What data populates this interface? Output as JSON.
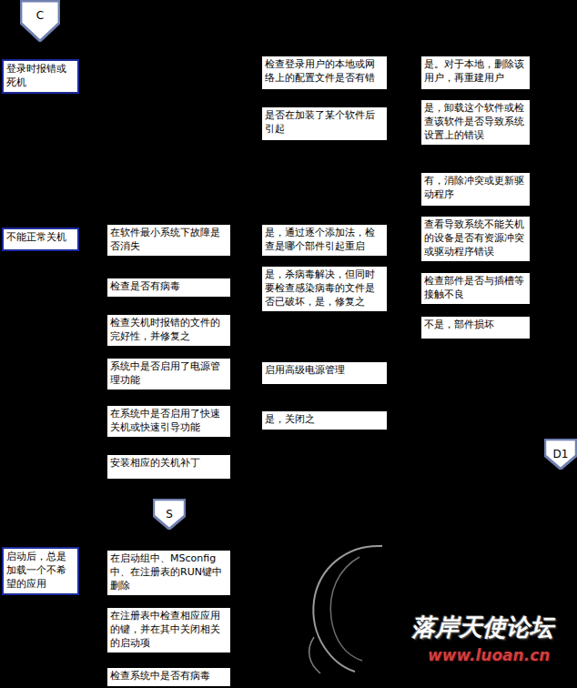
{
  "diagram": {
    "nodes": [
      {
        "text": [
          "C"
        ]
      },
      {
        "text": [
          "登录时报错或死机"
        ]
      },
      {
        "text": [
          "检查登录用户的本地或网络上的配置文件是否有错"
        ]
      },
      {
        "text": [
          "是。对于本地，删除该用户，再重建用户"
        ]
      },
      {
        "text": [
          "是否在加装了某个软件后引起"
        ]
      },
      {
        "text": [
          "是，卸载这个软件或检查该软件是否导致系统设置上的错误"
        ]
      },
      {
        "text": [
          "有，消除冲突或更新驱动程序"
        ]
      },
      {
        "text": [
          "不能正常关机"
        ]
      },
      {
        "text": [
          "在软件最小系统下故障是否消失"
        ]
      },
      {
        "text": [
          "是，通过逐个添加法，检查是哪个部件引起重启"
        ]
      },
      {
        "text": [
          "查看导致系统不能关机的设备是否有资源冲突或驱动程序错误"
        ]
      },
      {
        "text": [
          "检查是否有病毒"
        ]
      },
      {
        "text": [
          "是，杀病毒解决，但同时要检查感染病毒的文件是否已破坏，是，修复之"
        ]
      },
      {
        "text": [
          "检查部件是否与插槽等接触不良"
        ]
      },
      {
        "text": [
          "检查关机时报错的文件的完好性，并修复之"
        ]
      },
      {
        "text": [
          "不是，部件损坏"
        ]
      },
      {
        "text": [
          "系统中是否启用了电源管理功能"
        ]
      },
      {
        "text": [
          "启用高级电源管理"
        ]
      },
      {
        "text": [
          "在系统中是否启用了快速关机或快速引导功能"
        ]
      },
      {
        "text": [
          "是，关闭之"
        ]
      },
      {
        "text": [
          "D1"
        ]
      },
      {
        "text": [
          "安装相应的关机补丁"
        ]
      },
      {
        "text": [
          "S"
        ]
      },
      {
        "text": [
          "启动后，总是加载一个不希望的应用"
        ]
      },
      {
        "text": [
          "在启动组中、MSconfig中、在注册表的RUN键中删除"
        ]
      },
      {
        "text": [
          "在注册表中检查相应应用的键，并在其中关闭相关的启动项"
        ]
      },
      {
        "text": [
          "检查系统中是否有病毒"
        ]
      }
    ],
    "labels": [
      "落岸天使论坛",
      "www.luoan.cn"
    ]
  }
}
